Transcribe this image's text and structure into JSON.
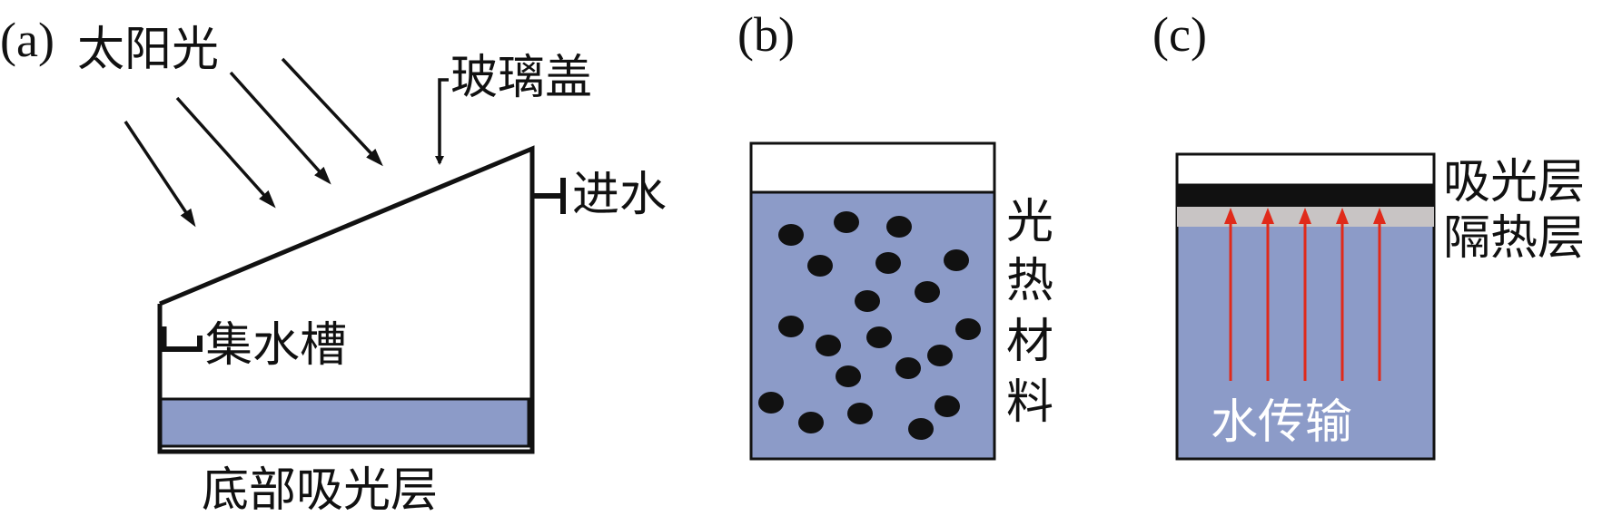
{
  "panels": {
    "a": {
      "label": "(a)",
      "sunlight": "太阳光",
      "glass_cover": "玻璃盖",
      "water_inlet": "进水",
      "collector": "集水槽",
      "bottom_absorber": "底部吸光层"
    },
    "b": {
      "label": "(b)",
      "material_chars": [
        "光",
        "热",
        "材",
        "料"
      ]
    },
    "c": {
      "label": "(c)",
      "absorber_layer": "吸光层",
      "insulation_layer": "隔热层",
      "water_transport": "水传输"
    }
  },
  "colors": {
    "water": "#8c9bc8",
    "insulation": "#c8c4c4",
    "absorber": "#111111",
    "arrow_red": "#e02a1a",
    "outline": "#1a1a1a"
  }
}
